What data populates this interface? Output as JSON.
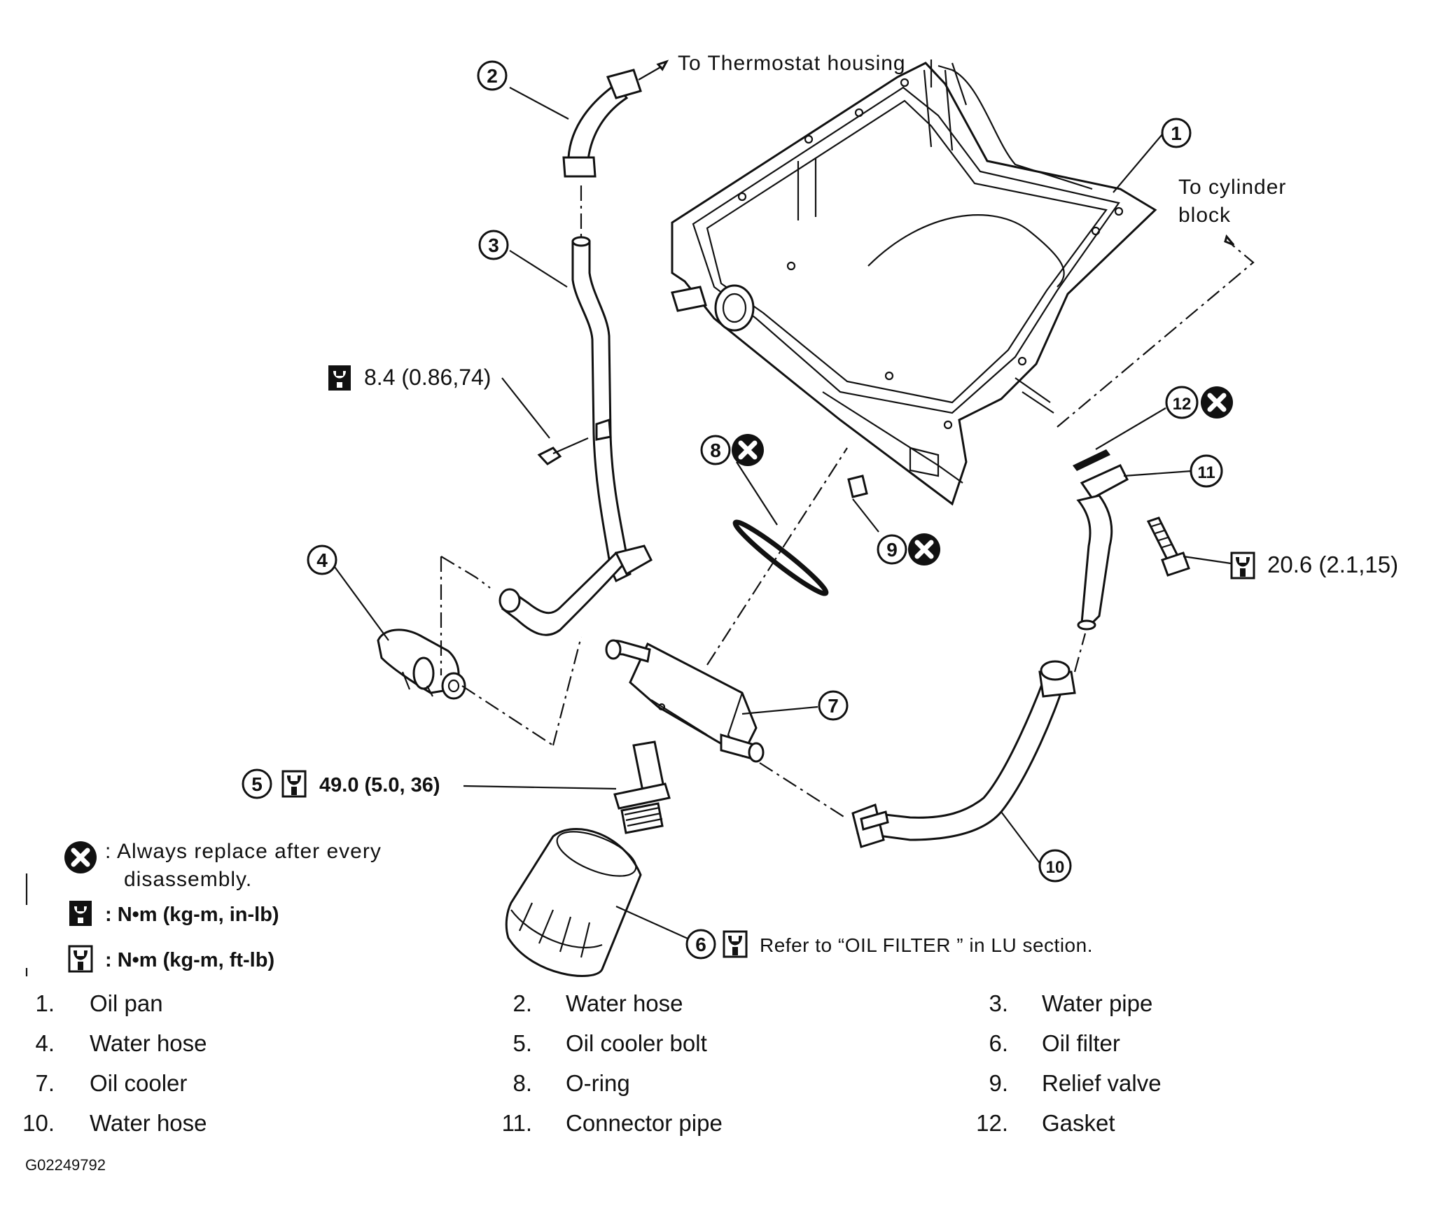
{
  "callouts": {
    "c1": "1",
    "c2": "2",
    "c3": "3",
    "c4": "4",
    "c5": "5",
    "c6": "6",
    "c7": "7",
    "c8": "8",
    "c9": "9",
    "c10": "10",
    "c11": "11",
    "c12": "12"
  },
  "annotations": {
    "to_thermostat": "To Thermostat housing",
    "to_cylinder_line1": "To cylinder",
    "to_cylinder_line2": "block",
    "torque_water_pipe": "8.4 (0.86,74)",
    "torque_connector": "20.6 (2.1,15)",
    "torque_bolt": "49.0 (5.0, 36)",
    "oil_filter_ref": "Refer to “OIL FILTER ” in LU section."
  },
  "symbol_legend": {
    "replace_line1": ": Always replace after every",
    "replace_line2": "disassembly.",
    "torque_inlb": ": N•m (kg-m, in-lb)",
    "torque_ftlb": ": N•m (kg-m, ft-lb)"
  },
  "parts": [
    {
      "num": "1.",
      "name": "Oil pan"
    },
    {
      "num": "2.",
      "name": "Water hose"
    },
    {
      "num": "3.",
      "name": "Water pipe"
    },
    {
      "num": "4.",
      "name": "Water hose"
    },
    {
      "num": "5.",
      "name": "Oil cooler bolt"
    },
    {
      "num": "6.",
      "name": "Oil filter"
    },
    {
      "num": "7.",
      "name": "Oil cooler"
    },
    {
      "num": "8.",
      "name": "O-ring"
    },
    {
      "num": "9.",
      "name": "Relief valve"
    },
    {
      "num": "10.",
      "name": "Water hose"
    },
    {
      "num": "11.",
      "name": "Connector pipe"
    },
    {
      "num": "12.",
      "name": "Gasket"
    }
  ],
  "figure_code": "G02249792",
  "icons": {
    "replace": "x-circle-icon",
    "torque_inlb": "torque-wrench-icon",
    "torque_ftlb": "torque-wrench-outline-icon"
  }
}
